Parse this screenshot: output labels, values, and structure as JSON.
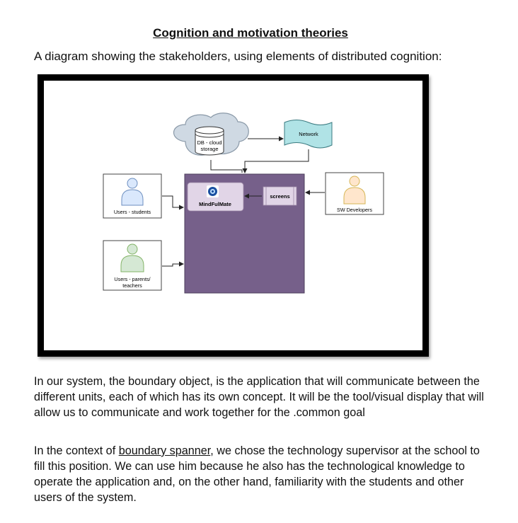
{
  "title": "Cognition and motivation theories",
  "intro": "A diagram showing the stakeholders, using elements of distributed cognition:",
  "diagram": {
    "db_line1": "DB - cloud",
    "db_line2": "storage",
    "network": "Network",
    "app_name": "MindFulMate",
    "screens": "screens",
    "students": "Users - students",
    "parents_line1": "Users - parents/",
    "parents_line2": "teachers",
    "developers": "SW Developers",
    "colors": {
      "app_box": "#76608a",
      "app_card": "#e1d5e7",
      "cloud": "#cfd9e3",
      "network": "#b0e3e6",
      "student_person": "#dae8fc",
      "parent_person": "#d5e8d4",
      "developer_person": "#ffe6cc"
    }
  },
  "paragraph1": "In our system, the boundary object, is  the application that will communicate between the different units, each of which has its own concept. It will be the tool/visual display that will allow us to communicate and work together for the .common goal",
  "paragraph2": {
    "before": "In the context of ",
    "link": "boundary spanner",
    "after": ", we chose the technology supervisor at the school to fill this position. We can use him because he also has the technological knowledge to operate the application and, on the other hand, familiarity with the students and other users of the system."
  }
}
